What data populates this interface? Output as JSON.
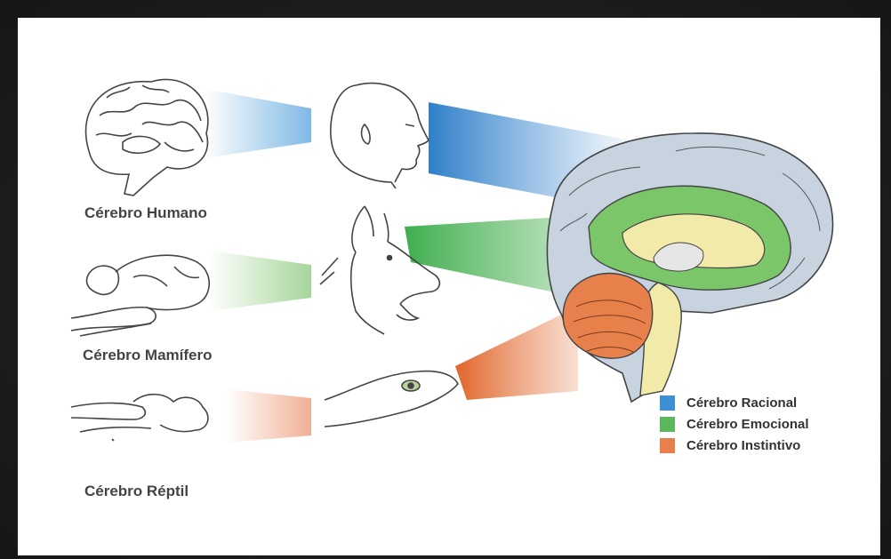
{
  "labels": {
    "human": "Cérebro Humano",
    "mammal": "Cérebro Mamífero",
    "reptile": "Cérebro Réptil"
  },
  "legend": [
    {
      "label": "Cérebro Racional",
      "color": "#3f8fd4"
    },
    {
      "label": "Cérebro Emocional",
      "color": "#5cb85c"
    },
    {
      "label": "Cérebro Instintivo",
      "color": "#e7804b"
    }
  ]
}
